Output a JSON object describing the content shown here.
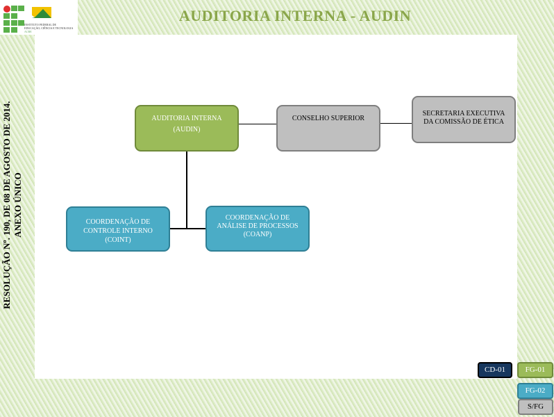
{
  "header": {
    "title": "AUDITORIA INTERNA - AUDIN",
    "logo_text": "INSTITUTO FEDERAL DE EDUCAÇÃO, CIÊNCIA E TECNOLOGIA ACRE"
  },
  "side_text": {
    "line1": "RESOLUÇÃO Nº. 190, DE 08 DE AGOSTO DE 2014.",
    "line2": "ANEXO ÚNICO"
  },
  "nodes": {
    "audin": {
      "l1": "AUDITORIA INTERNA",
      "l2": "(AUDIN)"
    },
    "conselho": {
      "l1": "CONSELHO SUPERIOR"
    },
    "etica": {
      "l1": "SECRETARIA EXECUTIVA",
      "l2": "DA COMISSÃO DE ÉTICA"
    },
    "coint": {
      "l1": "COORDENAÇÃO DE",
      "l2": "CONTROLE INTERNO",
      "l3": "(COINT)"
    },
    "coanp": {
      "l1": "COORDENAÇÃO DE",
      "l2": "ANÁLISE DE PROCESSOS",
      "l3": "(COANP)"
    }
  },
  "legend": {
    "cd01": "CD-01",
    "fg01": "FG-01",
    "fg02": "FG-02",
    "sfg": "S/FG"
  },
  "colors": {
    "green": "#9bbb59",
    "gray": "#bfbfbf",
    "blue": "#4bacc6",
    "navy": "#17375e"
  }
}
